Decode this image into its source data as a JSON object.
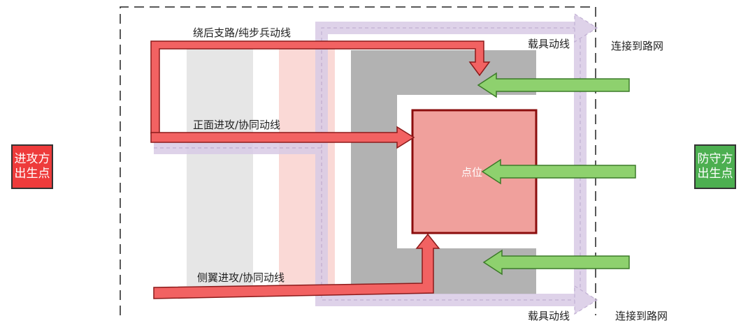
{
  "attacker_spawn": {
    "line1": "进攻方",
    "line2": "出生点",
    "color": "#ee3b3b",
    "text_color": "#ffffff"
  },
  "defender_spawn": {
    "line1": "防守方",
    "line2": "出生点",
    "color": "#4caf50",
    "text_color": "#ffffff"
  },
  "objective_label": "点位",
  "routes": {
    "flank_rear": "绕后支路/纯步兵动线",
    "frontal": "正面进攻/协同动线",
    "side": "侧翼进攻/协同动线",
    "vehicle_top": "载具动线",
    "vehicle_bottom": "载具动线",
    "road_top": "连接到路网",
    "road_bottom": "连接到路网"
  },
  "colors": {
    "attack_arrow": "#f26262",
    "defense_arrow": "#8ed16e",
    "vehicle_path": "#d9cbe6",
    "objective_fill": "#f0a09c",
    "objective_border": "#8b0d0d",
    "building": "#b2b2b2"
  }
}
